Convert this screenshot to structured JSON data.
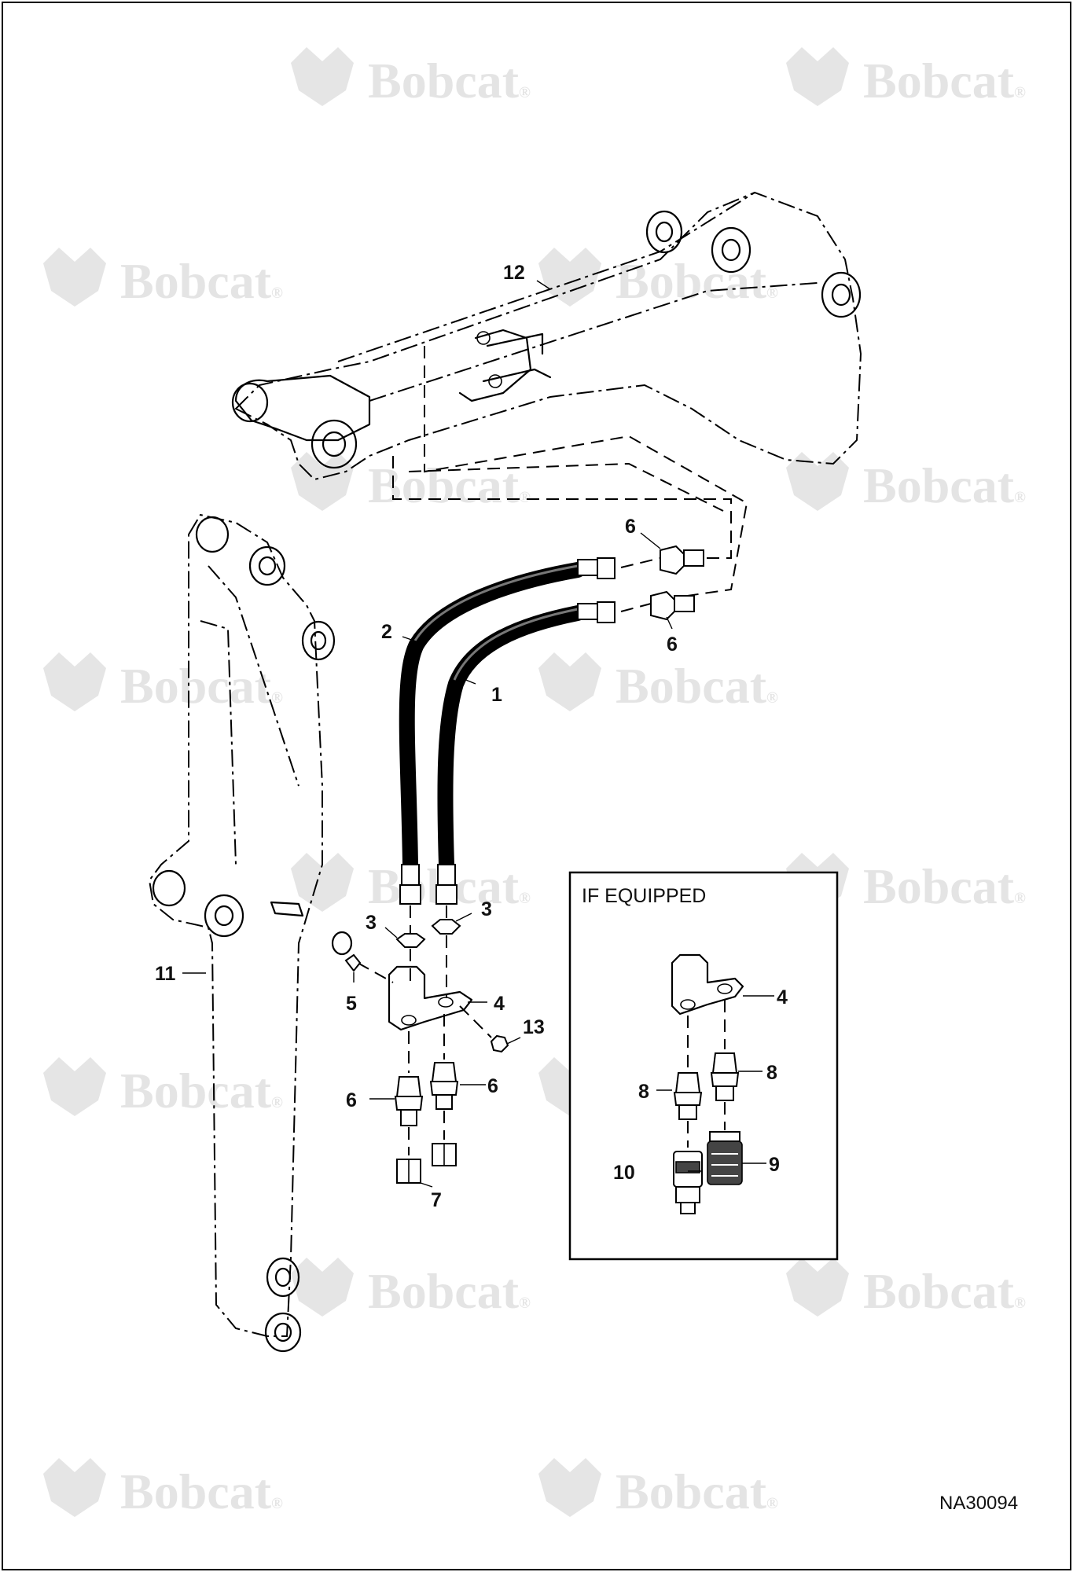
{
  "watermark": {
    "brand_text": "Bobcat",
    "mark": "®"
  },
  "inset": {
    "title": "IF EQUIPPED"
  },
  "figure_id": "NA30094",
  "callouts": {
    "c1": "1",
    "c2": "2",
    "c3a": "3",
    "c3b": "3",
    "c4": "4",
    "c5": "5",
    "c6_top": "6",
    "c6_mid": "6",
    "c6_left": "6",
    "c6_right": "6",
    "c7": "7",
    "c11": "11",
    "c12": "12",
    "c13": "13",
    "i4": "4",
    "i8a": "8",
    "i8b": "8",
    "i9": "9",
    "i10": "10"
  }
}
